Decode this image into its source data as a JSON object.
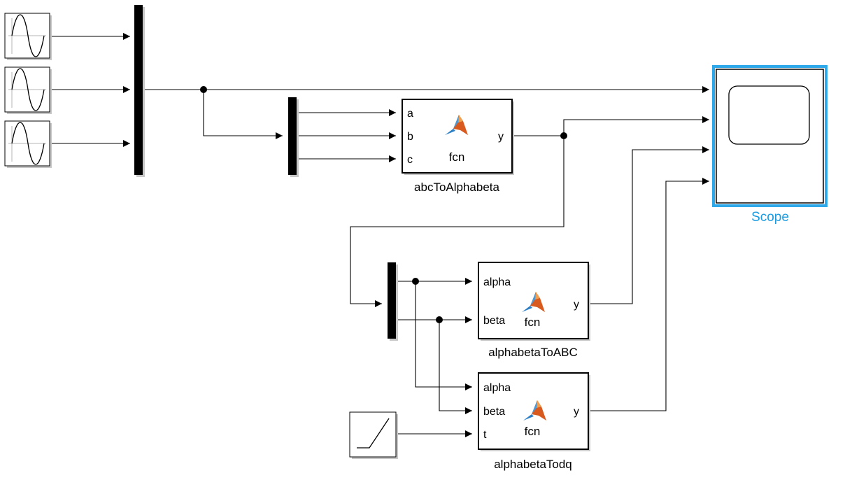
{
  "colors": {
    "selection": "#2ea8e8",
    "scope_label": "#1a9be0",
    "matlab_orange": "#d85a1e",
    "matlab_blue": "#2b7fc6",
    "shadow": "#c8c8c8"
  },
  "icons": {
    "sine": "sine-wave-icon",
    "ramp": "ramp-icon",
    "matlab": "matlab-logo-icon"
  },
  "blocks": {
    "abcToAlphabeta": {
      "name": "abcToAlphabeta",
      "center": "fcn",
      "inputs": [
        "a",
        "b",
        "c"
      ],
      "output": "y"
    },
    "alphabetaToABC": {
      "name": "alphabetaToABC",
      "center": "fcn",
      "inputs": [
        "alpha",
        "beta"
      ],
      "output": "y"
    },
    "alphabetaTodq": {
      "name": "alphabetaTodq",
      "center": "fcn",
      "inputs": [
        "alpha",
        "beta",
        "t"
      ],
      "output": "y"
    },
    "scope": {
      "name": "Scope",
      "selected": true
    }
  }
}
